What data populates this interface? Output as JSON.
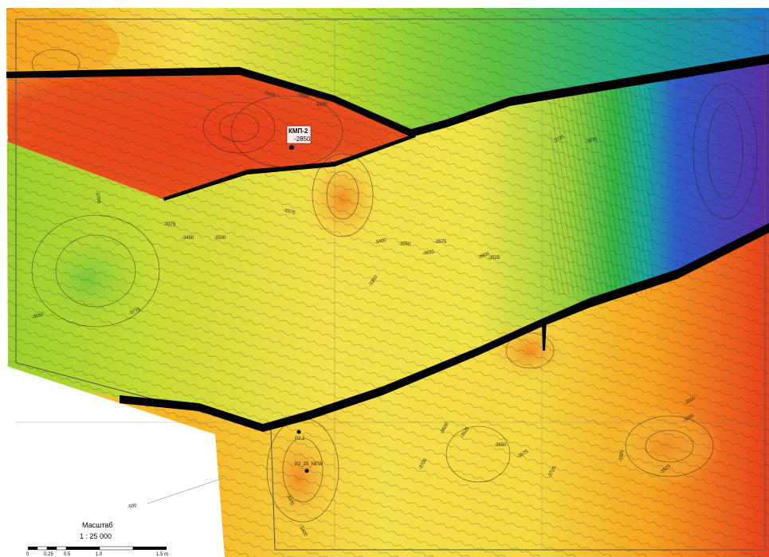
{
  "caption": "",
  "wells": [
    {
      "name": "КМП-2",
      "value": "-2850"
    },
    {
      "name": "P2.2",
      "value": ""
    },
    {
      "name": "P2_25_NEW",
      "value": ""
    }
  ],
  "contour_labels": [
    "-3475",
    "-3450",
    "-3425",
    "-3375",
    "-3400",
    "-3350",
    "-3775",
    "-3700",
    "-3650",
    "-3600",
    "-3625",
    "-3575",
    "-3550",
    "-3525",
    "-3500",
    "-3725",
    "-3675",
    "-3325",
    "-500"
  ],
  "scale_bar": {
    "title": "Масштаб",
    "ratio": "1 : 25 000",
    "ticks": [
      "0",
      "0.25",
      "0.5",
      "1.0",
      "1.5 m"
    ]
  },
  "colors": {
    "high": "#e8401c",
    "upper": "#f5a21f",
    "mid": "#f4e04a",
    "lower": "#a8d42c",
    "low": "#35b845",
    "teal": "#1aa9a0",
    "blue": "#2f5bc8",
    "violet": "#5a2ea6",
    "fault": "#000000"
  }
}
